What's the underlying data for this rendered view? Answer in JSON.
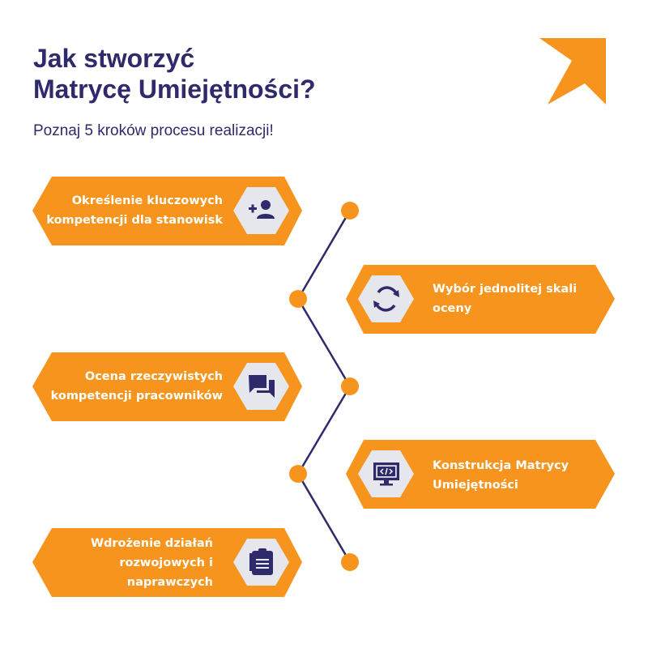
{
  "header": {
    "title_line1": "Jak stworzyć",
    "title_line2": "Matrycę Umiejętności?",
    "subtitle": "Poznaj 5 kroków procesu realizacji!"
  },
  "colors": {
    "orange": "#f7941d",
    "navy": "#2e2a6b",
    "hexagon": "#e6e7ec",
    "text_light": "#ffffff"
  },
  "steps": [
    {
      "side": "left",
      "icon": "add-user-icon",
      "line1": "Określenie kluczowych",
      "line2": "kompetencji dla stanowisk",
      "line3": ""
    },
    {
      "side": "right",
      "icon": "refresh-cycle-icon",
      "line1": "Wybór jednolitej skali",
      "line2": "oceny",
      "line3": ""
    },
    {
      "side": "left",
      "icon": "chat-bubbles-icon",
      "line1": "Ocena rzeczywistych",
      "line2": "kompetencji pracowników",
      "line3": ""
    },
    {
      "side": "right",
      "icon": "code-monitor-icon",
      "line1": "Konstrukcja Matrycy",
      "line2": "Umiejętności",
      "line3": ""
    },
    {
      "side": "left",
      "icon": "notepad-icon",
      "line1": "Wdrożenie działań",
      "line2": "rozwojowych i",
      "line3": "naprawczych"
    }
  ]
}
